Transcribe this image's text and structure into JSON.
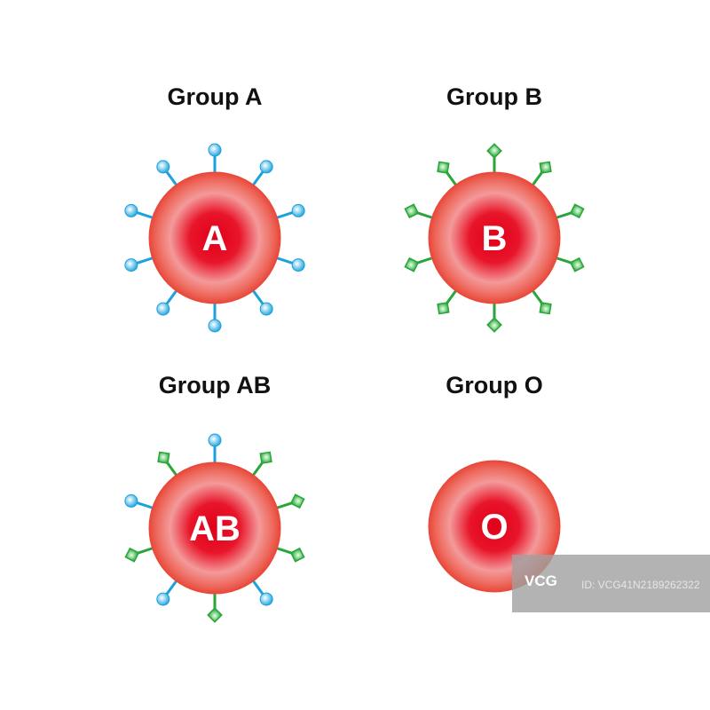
{
  "colors": {
    "cell_inner": "#e0001a",
    "cell_mid": "#f08a8a",
    "cell_outer": "#ec4a3c",
    "antigen_a": "#1ba1db",
    "antigen_a_tip": "#7fd0f4",
    "antigen_b": "#2aa53a",
    "antigen_b_tip": "#8fdb8f"
  },
  "groups": [
    {
      "title": "Group A",
      "label": "A",
      "antigens": [
        "a",
        "a",
        "a",
        "a",
        "a",
        "a",
        "a",
        "a",
        "a",
        "a"
      ]
    },
    {
      "title": "Group B",
      "label": "B",
      "antigens": [
        "b",
        "b",
        "b",
        "b",
        "b",
        "b",
        "b",
        "b",
        "b",
        "b"
      ]
    },
    {
      "title": "Group AB",
      "label": "AB",
      "antigens": [
        "a",
        "b",
        "b",
        "b",
        "a",
        "b",
        "a",
        "b",
        "a",
        "b"
      ]
    },
    {
      "title": "Group O",
      "label": "O",
      "antigens": []
    }
  ],
  "watermark": {
    "logo": "VCG",
    "id": "ID: VCG41N2189262322"
  }
}
